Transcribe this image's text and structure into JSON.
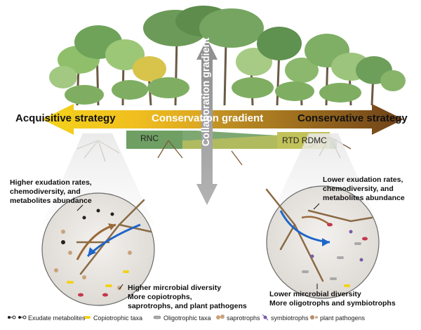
{
  "arrows": {
    "left_label": "Acquisitive strategy",
    "center_label": "Conservation gradient",
    "right_label": "Conservative strategy",
    "vertical_label": "Collaboration gradient",
    "colors": {
      "acquisitive": "#f0c419",
      "conservative": "#7a4a1e",
      "vertical": "#9c9c9c",
      "rnc_band": "#6f9f63",
      "rtd_band": "#b5b84a"
    }
  },
  "traits": {
    "left": "RNC",
    "right": "RTD RDMC"
  },
  "left_panel": {
    "top_note": [
      "Higher exudation rates,",
      "chemodiversity, and",
      "metabolites abundance"
    ],
    "bottom_note": [
      "Higher mircrobial diversity",
      "More copiotrophs,",
      "saprotrophs, and plant pathogens"
    ]
  },
  "right_panel": {
    "top_note": [
      "Lower exudation rates,",
      "chemodiversity, and",
      "metabolites abundance"
    ],
    "bottom_note": [
      "Lower mircrobial diversity",
      "More oligotrophs and symbiotrophs"
    ]
  },
  "legend": [
    {
      "label": "Exudate metabolites",
      "icon": "metabolite-icon"
    },
    {
      "label": "Copiotrophic taxa",
      "icon": "copiotroph-icon",
      "color": "#f2d21b"
    },
    {
      "label": "Oligotrophic taxa",
      "icon": "oligotroph-icon",
      "color": "#a9a9a9"
    },
    {
      "label": "saprotrophs",
      "icon": "saprotroph-icon",
      "color": "#c9a27a"
    },
    {
      "label": "symbiotrophs",
      "icon": "symbiotroph-icon",
      "color": "#7a5aa8"
    },
    {
      "label": "plant pathogens",
      "icon": "pathogen-icon",
      "color": "#b58a6a"
    }
  ]
}
